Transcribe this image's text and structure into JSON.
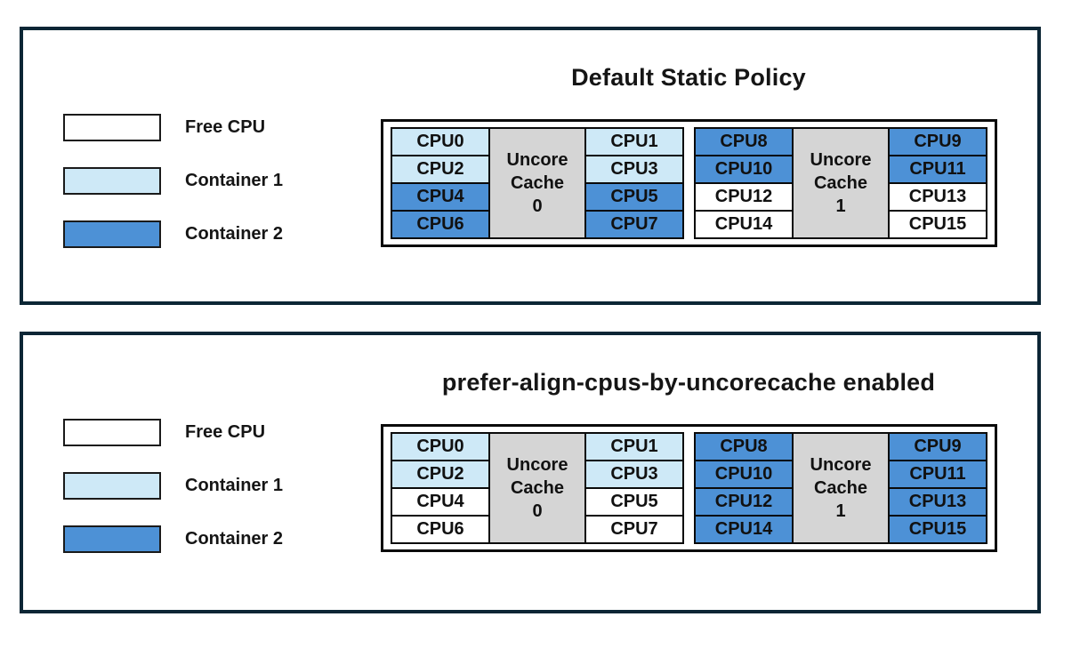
{
  "colors": {
    "free": "#ffffff",
    "container1": "#cee9f7",
    "container2": "#4d91d6",
    "cache_fill": "#d5d5d5",
    "frame_border": "#0c2635"
  },
  "legend": [
    {
      "label": "Free CPU",
      "state": "free"
    },
    {
      "label": "Container 1",
      "state": "container1"
    },
    {
      "label": "Container 2",
      "state": "container2"
    }
  ],
  "panels": [
    {
      "title": "Default Static Policy",
      "clusters": [
        {
          "cache_label": "Uncore Cache",
          "cache_id": "0",
          "left_cpus": [
            {
              "label": "CPU0",
              "state": "container1"
            },
            {
              "label": "CPU2",
              "state": "container1"
            },
            {
              "label": "CPU4",
              "state": "container2"
            },
            {
              "label": "CPU6",
              "state": "container2"
            }
          ],
          "right_cpus": [
            {
              "label": "CPU1",
              "state": "container1"
            },
            {
              "label": "CPU3",
              "state": "container1"
            },
            {
              "label": "CPU5",
              "state": "container2"
            },
            {
              "label": "CPU7",
              "state": "container2"
            }
          ]
        },
        {
          "cache_label": "Uncore Cache",
          "cache_id": "1",
          "left_cpus": [
            {
              "label": "CPU8",
              "state": "container2"
            },
            {
              "label": "CPU10",
              "state": "container2"
            },
            {
              "label": "CPU12",
              "state": "free"
            },
            {
              "label": "CPU14",
              "state": "free"
            }
          ],
          "right_cpus": [
            {
              "label": "CPU9",
              "state": "container2"
            },
            {
              "label": "CPU11",
              "state": "container2"
            },
            {
              "label": "CPU13",
              "state": "free"
            },
            {
              "label": "CPU15",
              "state": "free"
            }
          ]
        }
      ]
    },
    {
      "title": "prefer-align-cpus-by-uncorecache enabled",
      "clusters": [
        {
          "cache_label": "Uncore Cache",
          "cache_id": "0",
          "left_cpus": [
            {
              "label": "CPU0",
              "state": "container1"
            },
            {
              "label": "CPU2",
              "state": "container1"
            },
            {
              "label": "CPU4",
              "state": "free"
            },
            {
              "label": "CPU6",
              "state": "free"
            }
          ],
          "right_cpus": [
            {
              "label": "CPU1",
              "state": "container1"
            },
            {
              "label": "CPU3",
              "state": "container1"
            },
            {
              "label": "CPU5",
              "state": "free"
            },
            {
              "label": "CPU7",
              "state": "free"
            }
          ]
        },
        {
          "cache_label": "Uncore Cache",
          "cache_id": "1",
          "left_cpus": [
            {
              "label": "CPU8",
              "state": "container2"
            },
            {
              "label": "CPU10",
              "state": "container2"
            },
            {
              "label": "CPU12",
              "state": "container2"
            },
            {
              "label": "CPU14",
              "state": "container2"
            }
          ],
          "right_cpus": [
            {
              "label": "CPU9",
              "state": "container2"
            },
            {
              "label": "CPU11",
              "state": "container2"
            },
            {
              "label": "CPU13",
              "state": "container2"
            },
            {
              "label": "CPU15",
              "state": "container2"
            }
          ]
        }
      ]
    }
  ]
}
